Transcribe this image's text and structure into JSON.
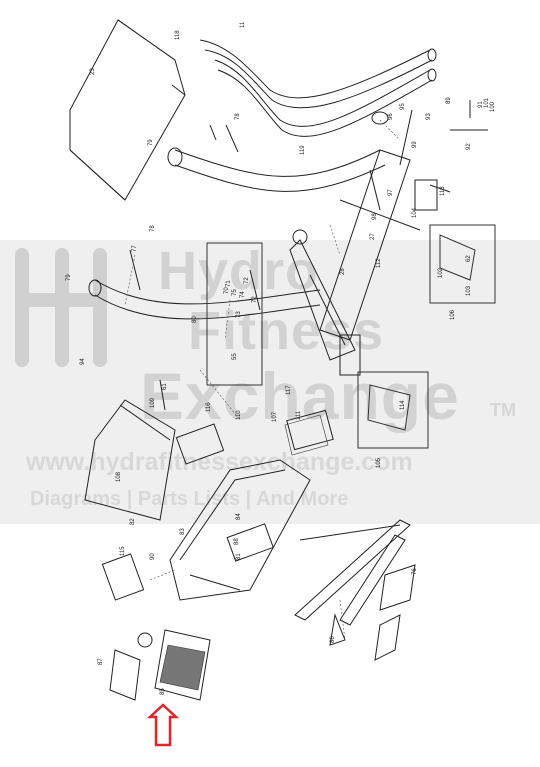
{
  "watermark": {
    "line1": "Hydro",
    "line2": "Fitness",
    "line3": "Exchange",
    "tm": "TM",
    "url": "www.hydrafitnessexchange.com",
    "tagline": "Diagrams | Parts Lists | And More"
  },
  "part_labels": [
    "23",
    "118",
    "11",
    "119",
    "79",
    "78",
    "77",
    "78",
    "79",
    "80",
    "74",
    "75",
    "73",
    "72",
    "71",
    "72",
    "81",
    "83",
    "84",
    "85",
    "86",
    "87",
    "88",
    "89",
    "90",
    "91",
    "92",
    "93",
    "94",
    "95",
    "96",
    "97",
    "98",
    "99",
    "100",
    "101",
    "102",
    "103",
    "104",
    "105",
    "106",
    "107",
    "108",
    "109",
    "110",
    "111",
    "112",
    "113",
    "114",
    "115",
    "116",
    "117",
    "27",
    "28",
    "55",
    "61",
    "62",
    "70",
    "76",
    "82"
  ],
  "arrow_color": "#e0262b"
}
